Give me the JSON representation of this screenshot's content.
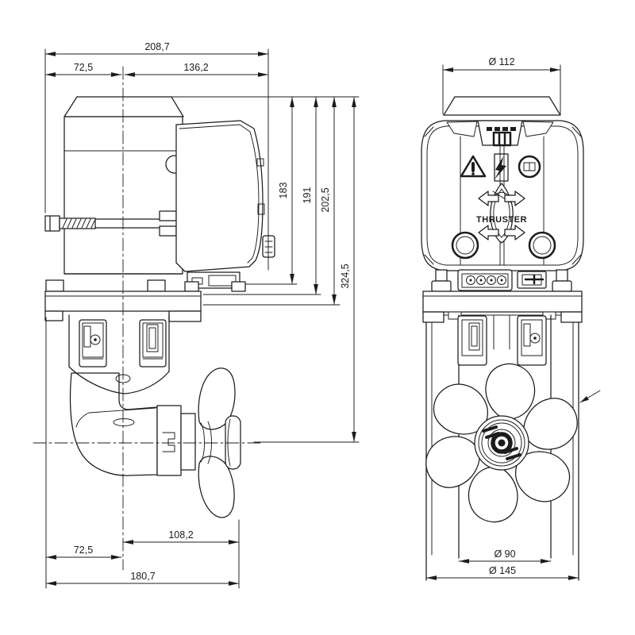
{
  "title": "Bow thruster dimensional drawing, side and front views",
  "colors": {
    "line": "#1c1c1c",
    "background": "#ffffff"
  },
  "side": {
    "width_total": "208,7",
    "width_left": "72,5",
    "width_right": "136,2",
    "height_a": "183",
    "height_b": "191",
    "height_c": "202,5",
    "height_total": "324,5",
    "bottom_center_to_prop": "108,2",
    "bottom_left": "72,5",
    "bottom_total": "180,7"
  },
  "front": {
    "motor_diameter": "Ø 112",
    "propeller_diameter": "Ø 90",
    "tunnel_diameter": "Ø 145",
    "panel_label": "THRUSTER"
  }
}
